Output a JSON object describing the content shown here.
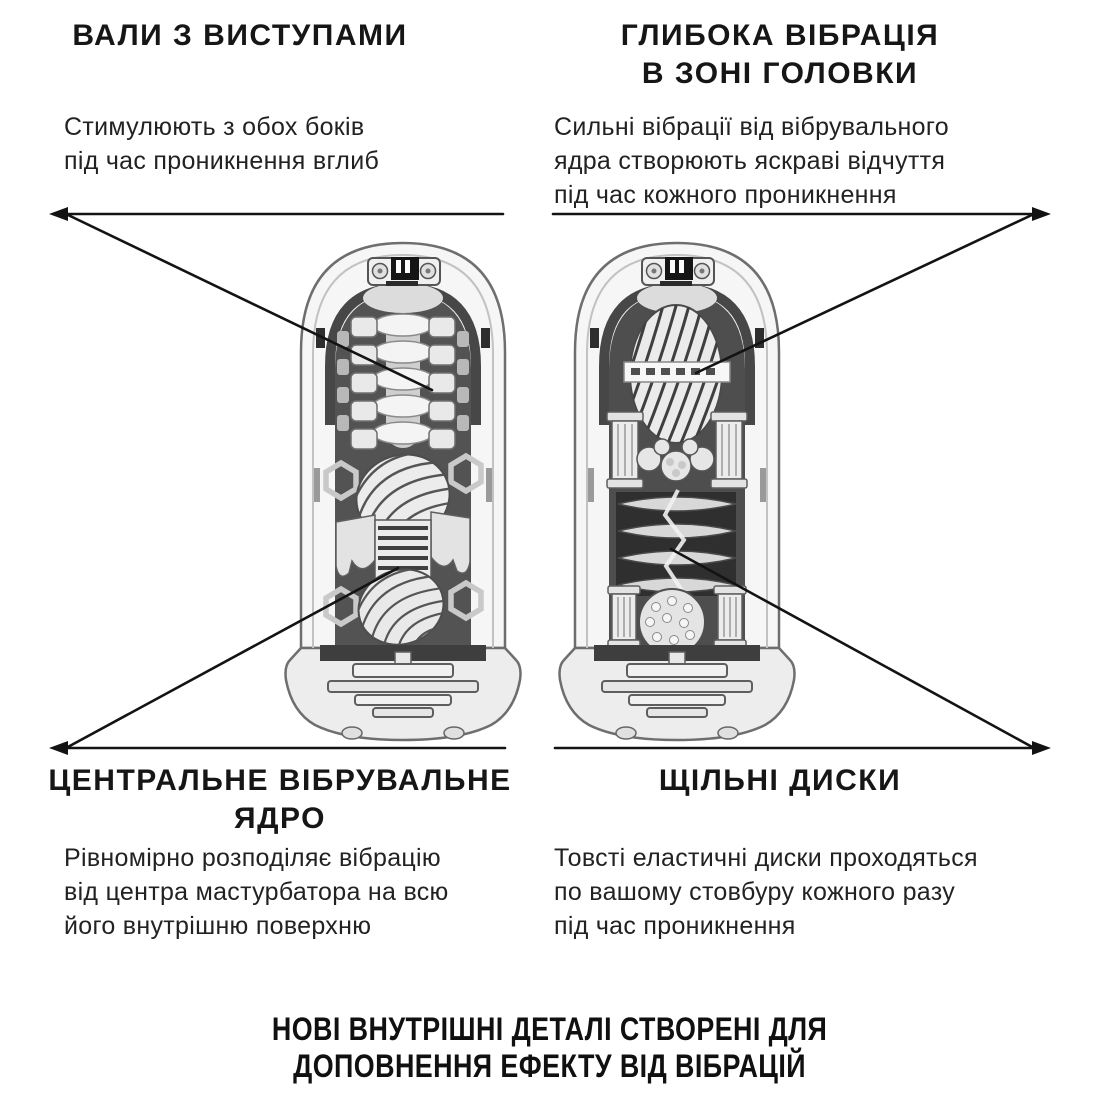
{
  "colors": {
    "background": "#ffffff",
    "text": "#1b1b1b",
    "callout_line": "#131313",
    "device_shell": "#f6f6f6",
    "device_chamber": "#4e4e4e"
  },
  "sections": {
    "top_left": {
      "title": "ВАЛИ З ВИСТУПАМИ",
      "description": "Стимулюють з обох боків\nпід час проникнення вглиб"
    },
    "top_right": {
      "title": "ГЛИБОКА ВІБРАЦІЯ\nВ ЗОНІ ГОЛОВКИ",
      "description": "Сильні вібрації від вібрувального\nядра створюють яскраві відчуття\nпід час кожного проникнення"
    },
    "bottom_left": {
      "title": "ЦЕНТРАЛЬНЕ ВІБРУВАЛЬНЕ\nЯДРО",
      "description": "Рівномірно розподіляє вібрацію\nвід центра мастурбатора на всю\nйого внутрішню поверхню"
    },
    "bottom_right": {
      "title": "ЩІЛЬНІ ДИСКИ",
      "description": "Товсті еластичні диски проходяться\nпо вашому стовбуру кожного разу\nпід час проникнення"
    }
  },
  "footer": {
    "claim": "НОВІ ВНУТРІШНІ ДЕТАЛІ СТВОРЕНІ ДЛЯ\nДОПОВНЕННЯ ЕФЕКТУ ВІД ВІБРАЦІЙ"
  },
  "illustrations": {
    "left": "cutaway of masturbator with ridged shafts and central vibrating core",
    "right": "cutaway of masturbator with swirled head ball and dense disc stack"
  }
}
